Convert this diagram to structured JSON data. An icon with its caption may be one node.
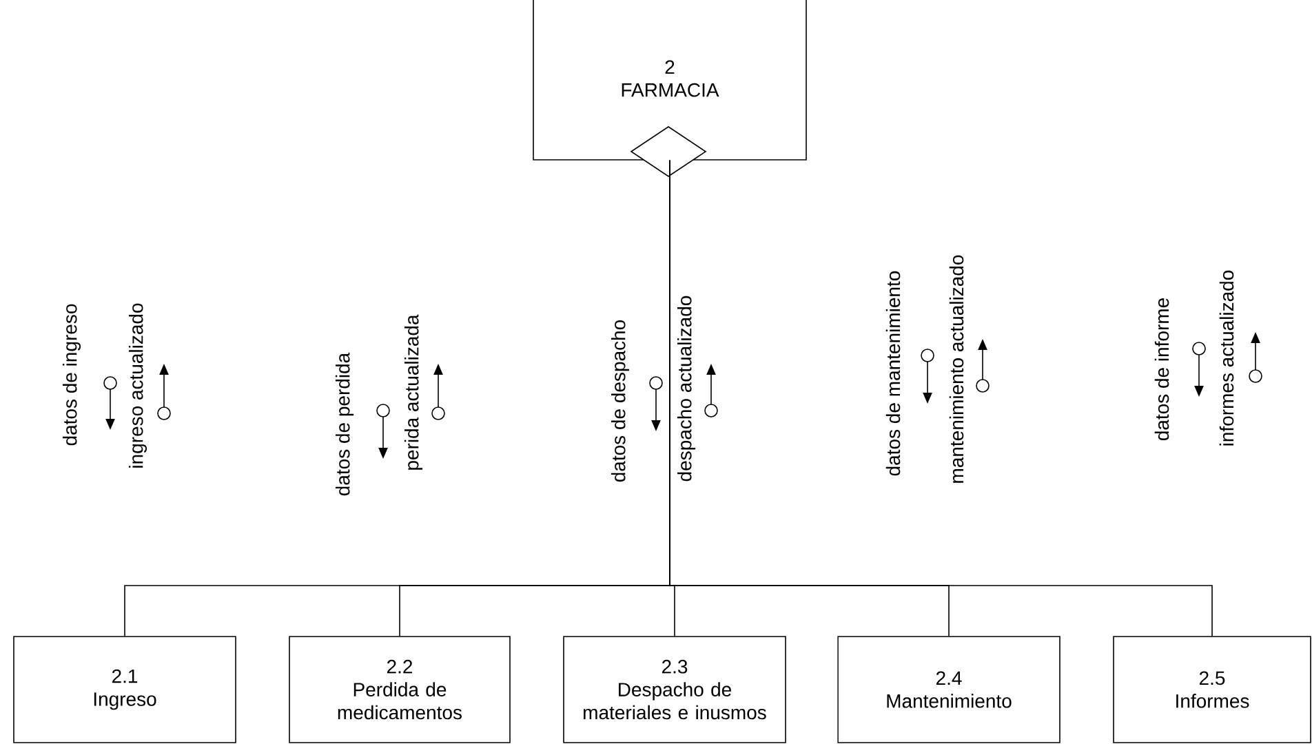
{
  "diagram": {
    "nodes": [
      {
        "text": [
          "2",
          "FARMACIA"
        ]
      },
      {
        "text": [
          "2.1",
          "Ingreso"
        ]
      },
      {
        "text": [
          "2.2",
          "Perdida de medicamentos"
        ]
      },
      {
        "text": [
          "2.3",
          "Despacho de materiales e inusmos"
        ]
      },
      {
        "text": [
          "2.4",
          "Mantenimiento"
        ]
      },
      {
        "text": [
          "2.5",
          "Informes"
        ]
      }
    ],
    "edges": [
      {
        "from": 0,
        "to": 1,
        "arrow": "none"
      },
      {
        "from": 0,
        "to": 2,
        "arrow": "none"
      },
      {
        "from": 0,
        "to": 3,
        "arrow": "none"
      },
      {
        "from": 0,
        "to": 4,
        "arrow": "none"
      },
      {
        "from": 0,
        "to": 5,
        "arrow": "none"
      }
    ],
    "labels": [
      "datos de ingreso",
      "ingreso actualizado",
      "datos de perdida",
      "perida actualizada",
      "datos de despacho",
      "despacho actualizado",
      "datos de mantenimiento",
      "mantenimiento actualizado",
      "datos de informe",
      "informes actualizado"
    ]
  }
}
